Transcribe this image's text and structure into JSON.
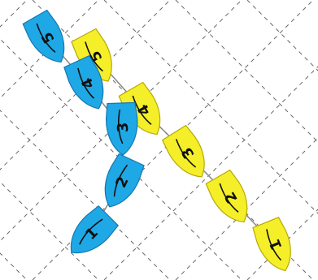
{
  "diagram": {
    "grid": {
      "style": "dashed diagonal diamond lattice",
      "color": "#666666"
    },
    "colors": {
      "blue_fill": "#1fa8e6",
      "blue_stroke": "#1478b0",
      "yellow_fill": "#f5ef2a",
      "yellow_stroke": "#b8a800",
      "mark": "#111111"
    },
    "blue_boats": [
      {
        "label": "5"
      },
      {
        "label": "4"
      },
      {
        "label": "3"
      },
      {
        "label": "2"
      },
      {
        "label": "1"
      }
    ],
    "yellow_boats": [
      {
        "label": "5"
      },
      {
        "label": "4"
      },
      {
        "label": "3"
      },
      {
        "label": "2"
      },
      {
        "label": "1"
      }
    ]
  }
}
